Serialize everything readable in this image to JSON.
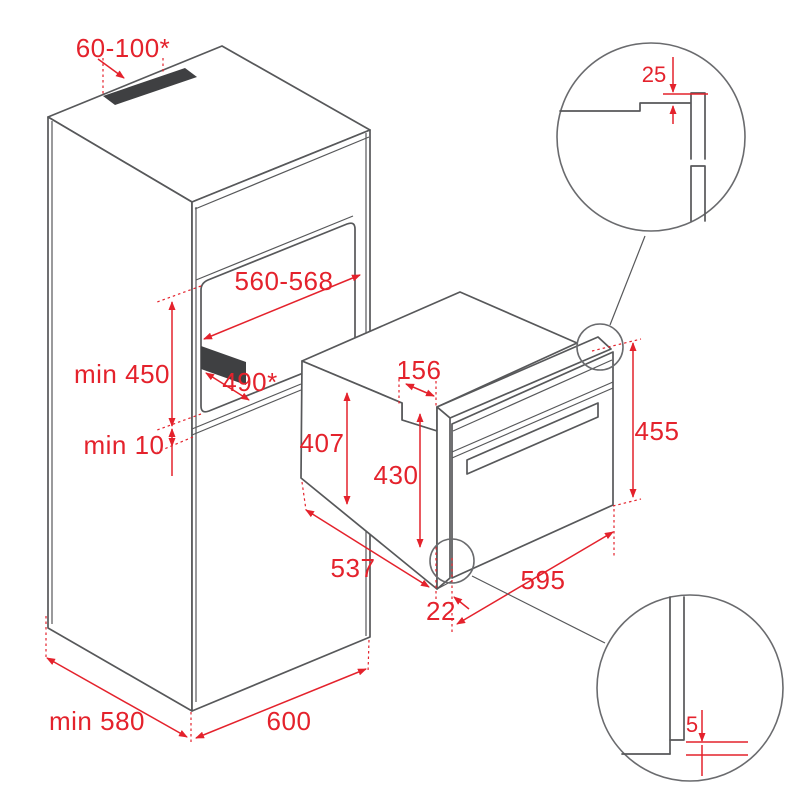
{
  "drawing": {
    "title": "oven-built-in-installation-dimensions",
    "labels": {
      "vent_width": "60-100*",
      "niche_width": "560-568",
      "niche_height": "min 450",
      "niche_depth": "490*",
      "bottom_gap": "min 10",
      "body_height": "407",
      "door_height": "430",
      "top_recess": "156",
      "total_height": "455",
      "body_depth": "537",
      "front_width": "595",
      "frame_depth": "22",
      "cabinet_depth": "min 580",
      "cabinet_width": "600",
      "detail_top_gap": "25",
      "detail_bottom_gap": "5"
    },
    "colors": {
      "dimension_red": "#e4222c",
      "line_gray": "#57585a",
      "dark_fill": "#3f4042"
    }
  }
}
